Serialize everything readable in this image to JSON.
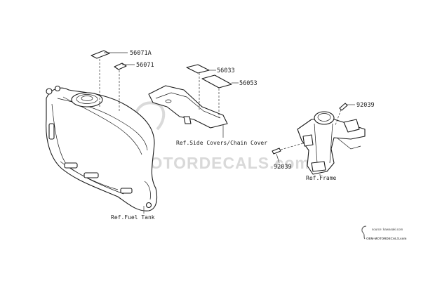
{
  "parts": {
    "p56071a": "56071A",
    "p56071": "56071",
    "p56033": "56033",
    "p56053": "56053",
    "p92039_top": "92039",
    "p92039_bottom": "92039"
  },
  "refs": {
    "side_covers": "Ref.Side Covers/Chain Cover",
    "frame": "Ref.Frame",
    "fuel_tank": "Ref.Fuel Tank"
  },
  "watermark": {
    "text": "OEMMOTORDECALS.com",
    "source": "source: kawasaki.com",
    "brand": "OEM-MOTORDECALS.com"
  },
  "colors": {
    "line": "#1a1a1a",
    "watermark": "#d9d9d9"
  }
}
